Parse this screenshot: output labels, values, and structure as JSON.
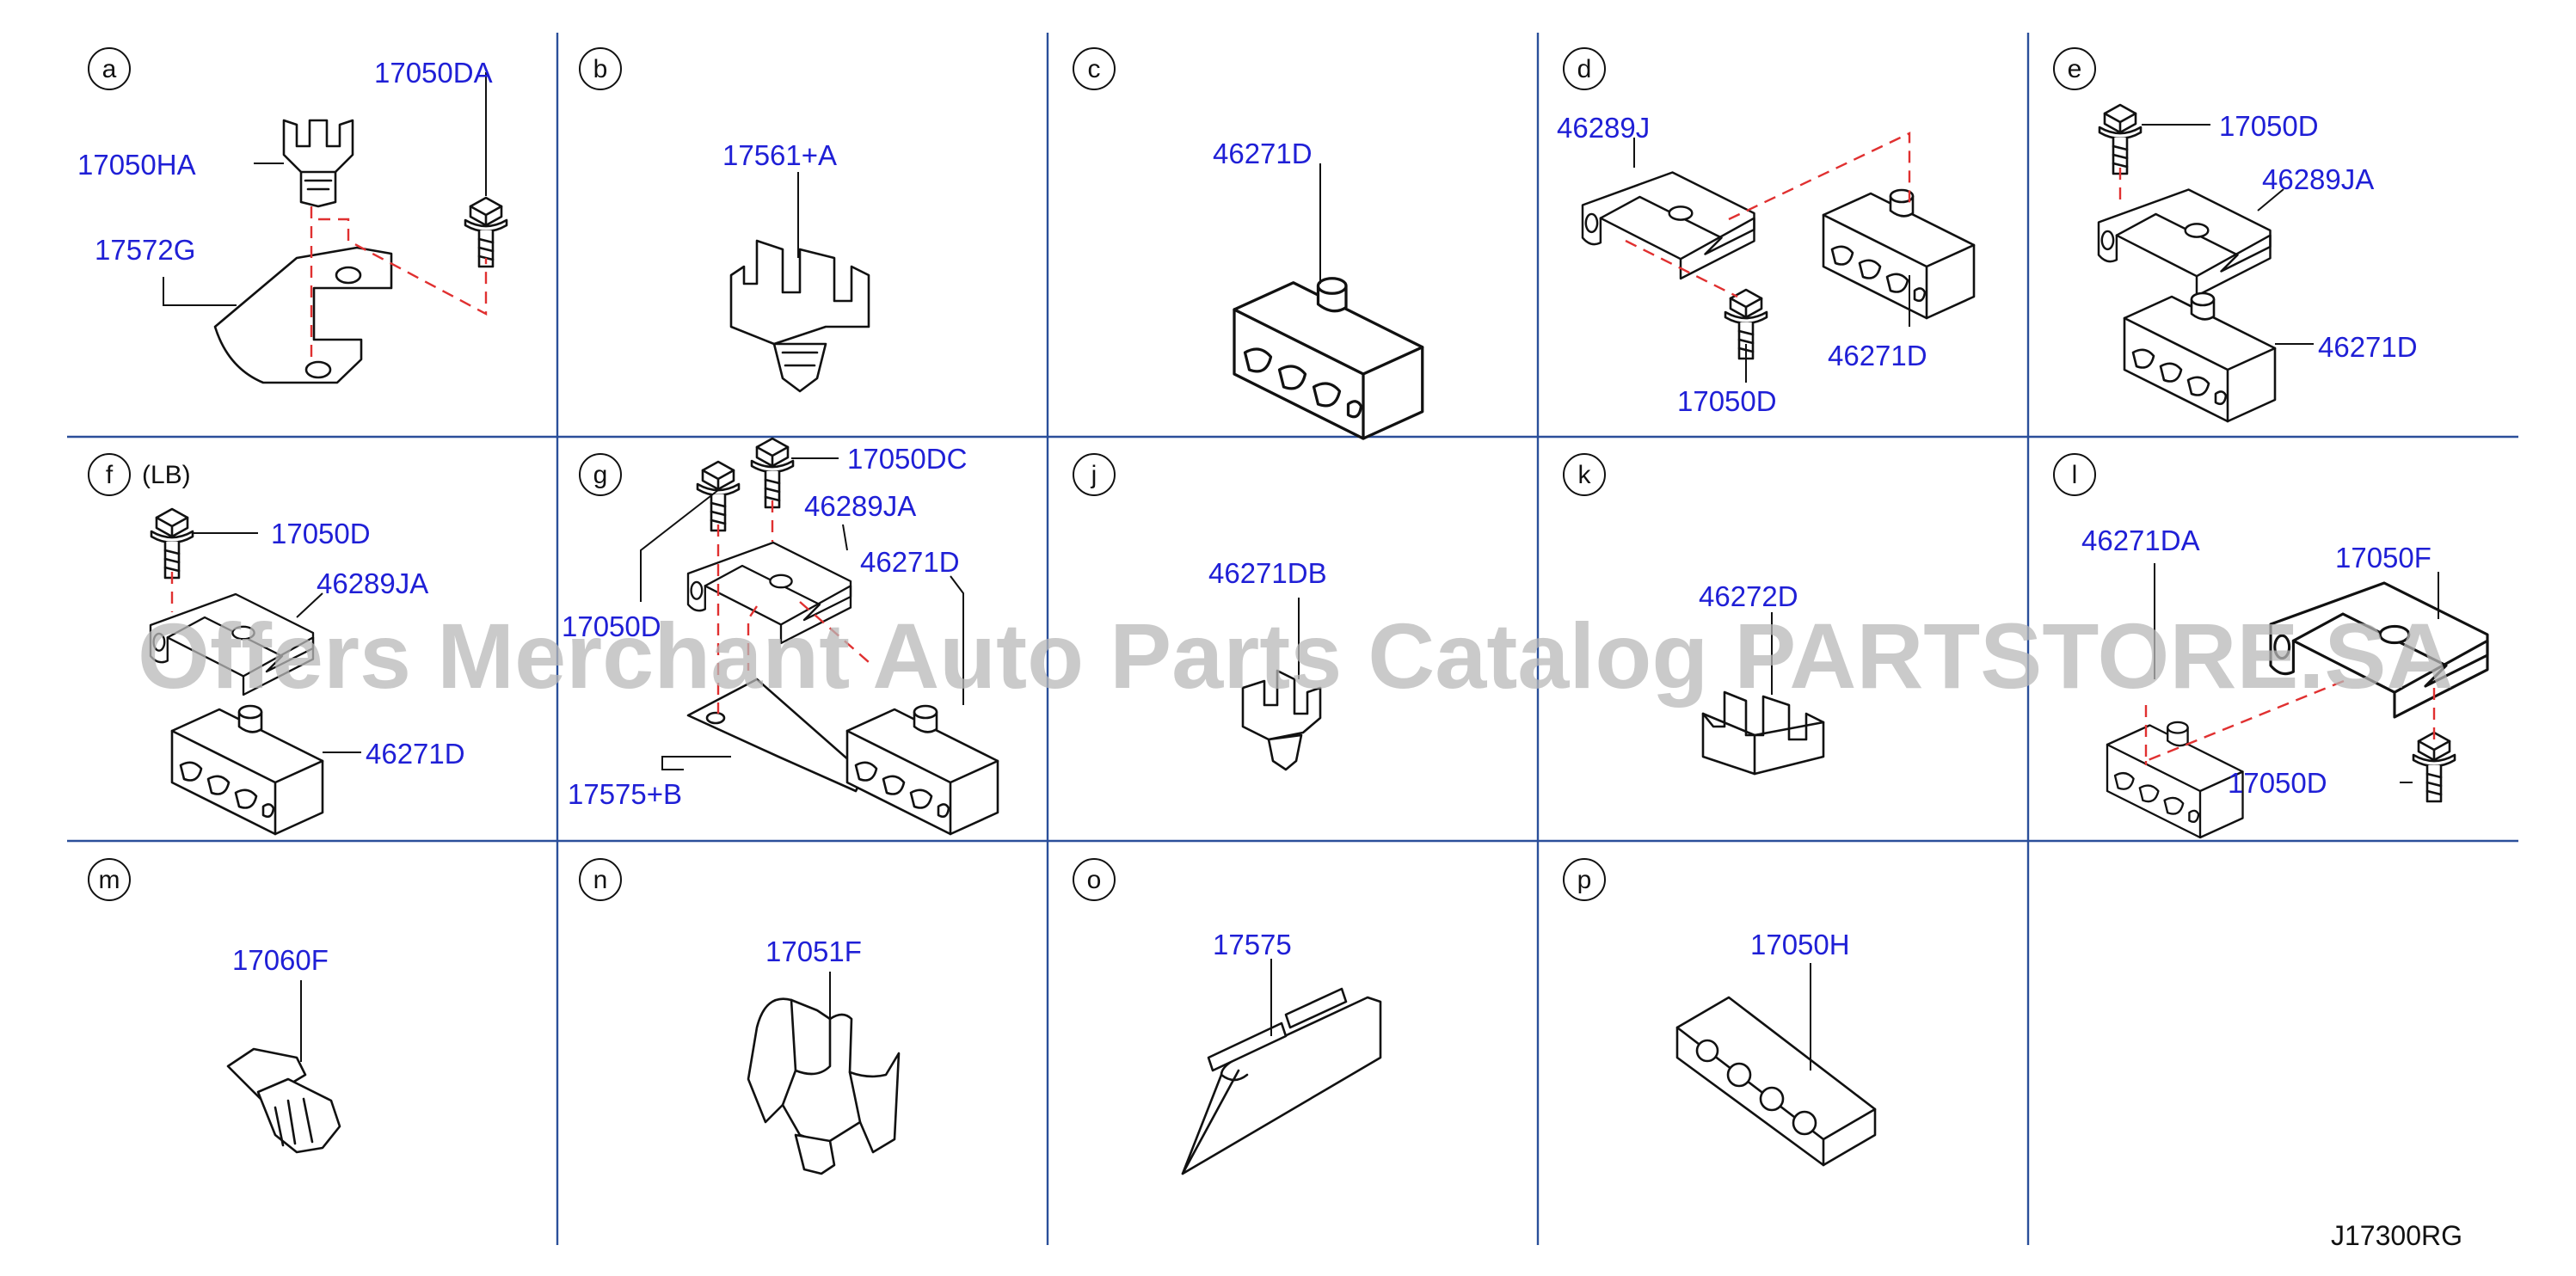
{
  "watermark": "Offers Merchant Auto Parts Catalog PARTSTORE.SA",
  "reference_code": "J17300RG",
  "colors": {
    "part_number": "#1f1fd6",
    "grid": "#2b4f9a",
    "assembly_dash": "#e03030",
    "watermark": "#b8b8b8"
  },
  "cells": {
    "a": {
      "letter": "a",
      "parts": [
        "17050DA",
        "17050HA",
        "17572G"
      ]
    },
    "b": {
      "letter": "b",
      "parts": [
        "17561+A"
      ]
    },
    "c": {
      "letter": "c",
      "parts": [
        "46271D"
      ]
    },
    "d": {
      "letter": "d",
      "parts": [
        "46289J",
        "46271D",
        "17050D"
      ]
    },
    "e": {
      "letter": "e",
      "parts": [
        "17050D",
        "46289JA",
        "46271D"
      ]
    },
    "f": {
      "letter": "f",
      "note": "(LB)",
      "parts": [
        "17050D",
        "46289JA",
        "46271D"
      ]
    },
    "g": {
      "letter": "g",
      "parts": [
        "17050DC",
        "46289JA",
        "46271D",
        "17050D",
        "17575+B"
      ]
    },
    "j": {
      "letter": "j",
      "parts": [
        "46271DB"
      ]
    },
    "k": {
      "letter": "k",
      "parts": [
        "46272D"
      ]
    },
    "l": {
      "letter": "l",
      "parts": [
        "46271DA",
        "17050F",
        "17050D"
      ]
    },
    "m": {
      "letter": "m",
      "parts": [
        "17060F"
      ]
    },
    "n": {
      "letter": "n",
      "parts": [
        "17051F"
      ]
    },
    "o": {
      "letter": "o",
      "parts": [
        "17575"
      ]
    },
    "p": {
      "letter": "p",
      "parts": [
        "17050H"
      ]
    }
  }
}
